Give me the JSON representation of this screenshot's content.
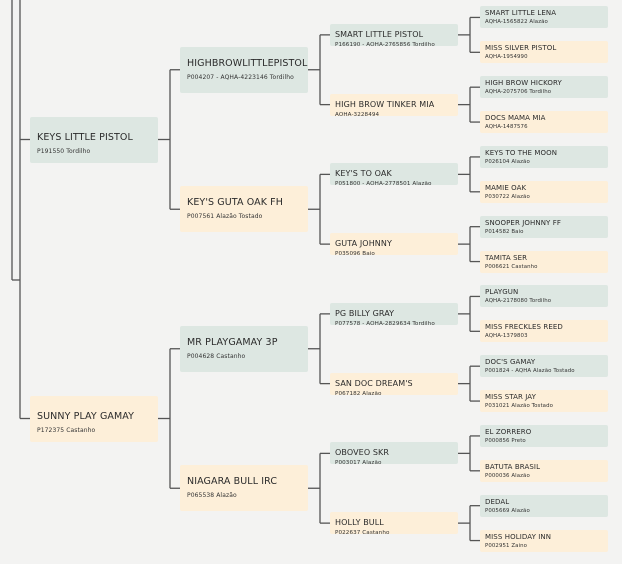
{
  "pedigree": {
    "sire": {
      "name": "KEYS LITTLE PISTOL",
      "info": "P191550 Tordilho",
      "sire": {
        "name": "HIGHBROWLITTLEPISTOL",
        "info": "P004207 - AQHA-4223146 Tordilho",
        "sire": {
          "name": "SMART LITTLE PISTOL",
          "info": "P166190 - AQHA-2765856 Tordilho",
          "sire": {
            "name": "SMART LITTLE LENA",
            "info": "AQHA-1565822 Alazão"
          },
          "dam": {
            "name": "MISS SILVER PISTOL",
            "info": "AQHA-1954990"
          }
        },
        "dam": {
          "name": "HIGH BROW TINKER MIA",
          "info": "AQHA-3228494",
          "sire": {
            "name": "HIGH BROW HICKORY",
            "info": "AQHA-2075706 Tordilho"
          },
          "dam": {
            "name": "DOCS MAMA MIA",
            "info": "AQHA-1487576"
          }
        }
      },
      "dam": {
        "name": "KEY'S GUTA OAK FH",
        "info": "P007561 Alazão Tostado",
        "sire": {
          "name": "KEY'S TO OAK",
          "info": "P051800 - AQHA-2778501 Alazão",
          "sire": {
            "name": "KEYS TO THE MOON",
            "info": "P026104 Alazão"
          },
          "dam": {
            "name": "MAMIE OAK",
            "info": "P030722 Alazão"
          }
        },
        "dam": {
          "name": "GUTA JOHNNY",
          "info": "P035096 Baio",
          "sire": {
            "name": "SNOOPER JOHNNY FF",
            "info": "P014582 Baio"
          },
          "dam": {
            "name": "TAMITA SER",
            "info": "P006621 Castanho"
          }
        }
      }
    },
    "dam": {
      "name": "SUNNY PLAY GAMAY",
      "info": "P172375 Castanho",
      "sire": {
        "name": "MR PLAYGAMAY 3P",
        "info": "P004628 Castanho",
        "sire": {
          "name": "PG BILLY GRAY",
          "info": "P077578 - AQHA-2829634 Tordilho",
          "sire": {
            "name": "PLAYGUN",
            "info": "AQHA-2178080 Tordilho"
          },
          "dam": {
            "name": "MISS FRECKLES REED",
            "info": "AQHA-1379803"
          }
        },
        "dam": {
          "name": "SAN DOC DREAM'S",
          "info": "P067182 Alazão",
          "sire": {
            "name": "DOC'S GAMAY",
            "info": "P001824 - AQHA Alazão Tostado"
          },
          "dam": {
            "name": "MISS STAR JAY",
            "info": "P031021 Alazão Tostado"
          }
        }
      },
      "dam": {
        "name": "NIAGARA BULL IRC",
        "info": "P065538 Alazão",
        "sire": {
          "name": "OBOVEO SKR",
          "info": "P003017 Alazão",
          "sire": {
            "name": "EL ZORRERO",
            "info": "P000856 Preto"
          },
          "dam": {
            "name": "BATUTA BRASIL",
            "info": "P000036 Alazão"
          }
        },
        "dam": {
          "name": "HOLLY BULL",
          "info": "P022637 Castanho",
          "sire": {
            "name": "DEDAL",
            "info": "P005669 Alazão"
          },
          "dam": {
            "name": "MISS HOLIDAY INN",
            "info": "P002951 Zaino"
          }
        }
      }
    }
  },
  "colors": {
    "sire_box": "#dde7e2",
    "dam_box": "#fdefd9",
    "line": "#555555",
    "background": "#f3f3f2"
  }
}
